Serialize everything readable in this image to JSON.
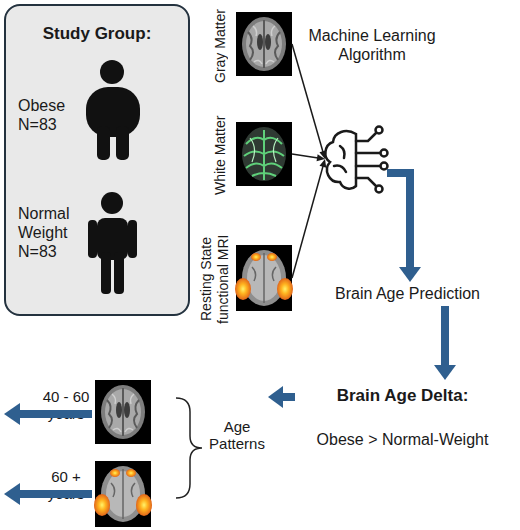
{
  "diagram": {
    "nodes": [
      {
        "text": [
          "Study Group:",
          "Obese N=83",
          "Normal Weight N=83"
        ]
      },
      {
        "text": [
          "Gray Matter"
        ]
      },
      {
        "text": [
          "White Matter"
        ]
      },
      {
        "text": [
          "Resting State functional MRI"
        ]
      },
      {
        "text": [
          "Machine Learning Algorithm"
        ]
      },
      {
        "text": [
          "Brain Age Prediction"
        ]
      },
      {
        "text": [
          "Brain Age Delta:",
          "Obese > Normal-Weight"
        ]
      },
      {
        "text": [
          "Age Patterns"
        ]
      }
    ],
    "edges": [
      {
        "from": 1,
        "to": 4,
        "arrow": "to"
      },
      {
        "from": 2,
        "to": 4,
        "arrow": "to"
      },
      {
        "from": 3,
        "to": 4,
        "arrow": "to"
      },
      {
        "from": 4,
        "to": 5,
        "arrow": "to"
      },
      {
        "from": 5,
        "to": 6,
        "arrow": "to"
      },
      {
        "from": 6,
        "to": 7,
        "arrow": "to"
      }
    ],
    "labels": [
      "40 - 60 years",
      "60 + years"
    ]
  }
}
